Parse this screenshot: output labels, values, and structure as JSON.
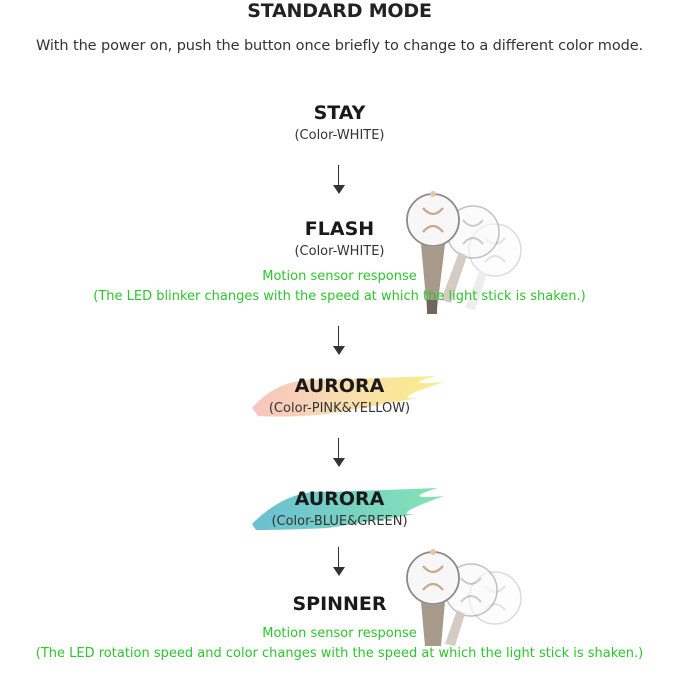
{
  "header": {
    "title": "STANDARD MODE",
    "subtitle": "With the power on, push the button once briefly to change to a different color mode."
  },
  "modes": [
    {
      "name": "STAY",
      "color": "(Color-WHITE)"
    },
    {
      "name": "FLASH",
      "color": "(Color-WHITE)",
      "motion_title": "Motion sensor response",
      "motion_desc": "(The LED blinker changes with the speed at which the light stick is shaken.)"
    },
    {
      "name": "AURORA",
      "color": "(Color-PINK&YELLOW)"
    },
    {
      "name": "AURORA",
      "color": "(Color-BLUE&GREEN)"
    },
    {
      "name": "SPINNER",
      "motion_title": "Motion sensor response",
      "motion_desc": "(The LED rotation speed and color changes with the speed at which the light stick is shaken.)"
    }
  ],
  "colors": {
    "motion_text": "#2dc52d",
    "pink": "#f5b7b1",
    "yellow": "#f8ec7a",
    "blue": "#4fb4c9",
    "green": "#6fdfa6"
  },
  "icons": [
    "arrow-down-icon",
    "light-stick-icon",
    "brush-stroke-icon"
  ]
}
